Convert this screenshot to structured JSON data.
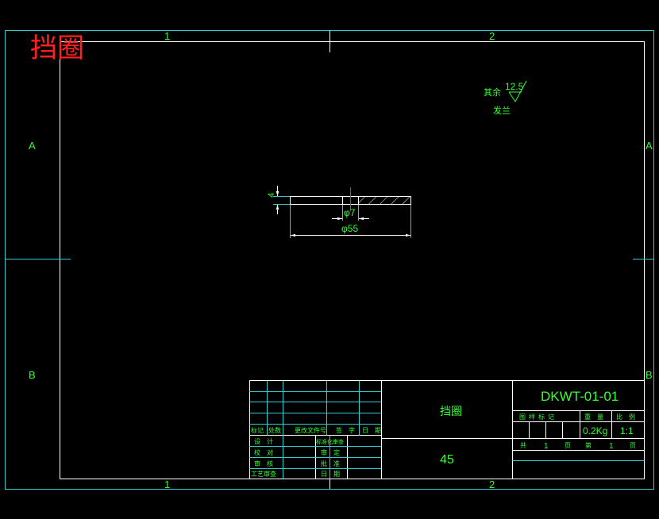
{
  "stamp_title": "挡圈",
  "zones": {
    "columns": [
      "1",
      "2"
    ],
    "rows": [
      "A",
      "B"
    ]
  },
  "surface_finish": {
    "remaining_label": "其余",
    "roughness_value": "12.5",
    "second_label": "发兰"
  },
  "dimensions": {
    "thickness": "4",
    "inner_diameter": "φ7",
    "outer_diameter": "φ55"
  },
  "title_block": {
    "part_name": "挡圈",
    "material": "45",
    "drawing_number": "DKWT-01-01",
    "stage_header": [
      "图",
      "样",
      "标",
      "记"
    ],
    "weight_label": "重　量",
    "scale_label": "比　例",
    "weight": "0.2Kg",
    "scale": "1:1",
    "sheet_total_label": "共",
    "sheet_total": "1",
    "sheet_unit": "页",
    "sheet_no_label": "第",
    "sheet_no": "1",
    "sheet_no_unit": "页",
    "revision_headers": [
      "标记",
      "处数",
      "更改文件号",
      "签　字",
      "日　期"
    ],
    "left_roles": [
      "设　计",
      "校　对",
      "审　核",
      "工艺审查"
    ],
    "mid_roles": [
      "标准化审查",
      "审　定",
      "批　准",
      "日　期"
    ]
  },
  "colors": {
    "frame": "#33cccc",
    "border": "#ffffff",
    "text": "#33ff33",
    "accent": "#ff2020",
    "background": "#000000"
  }
}
